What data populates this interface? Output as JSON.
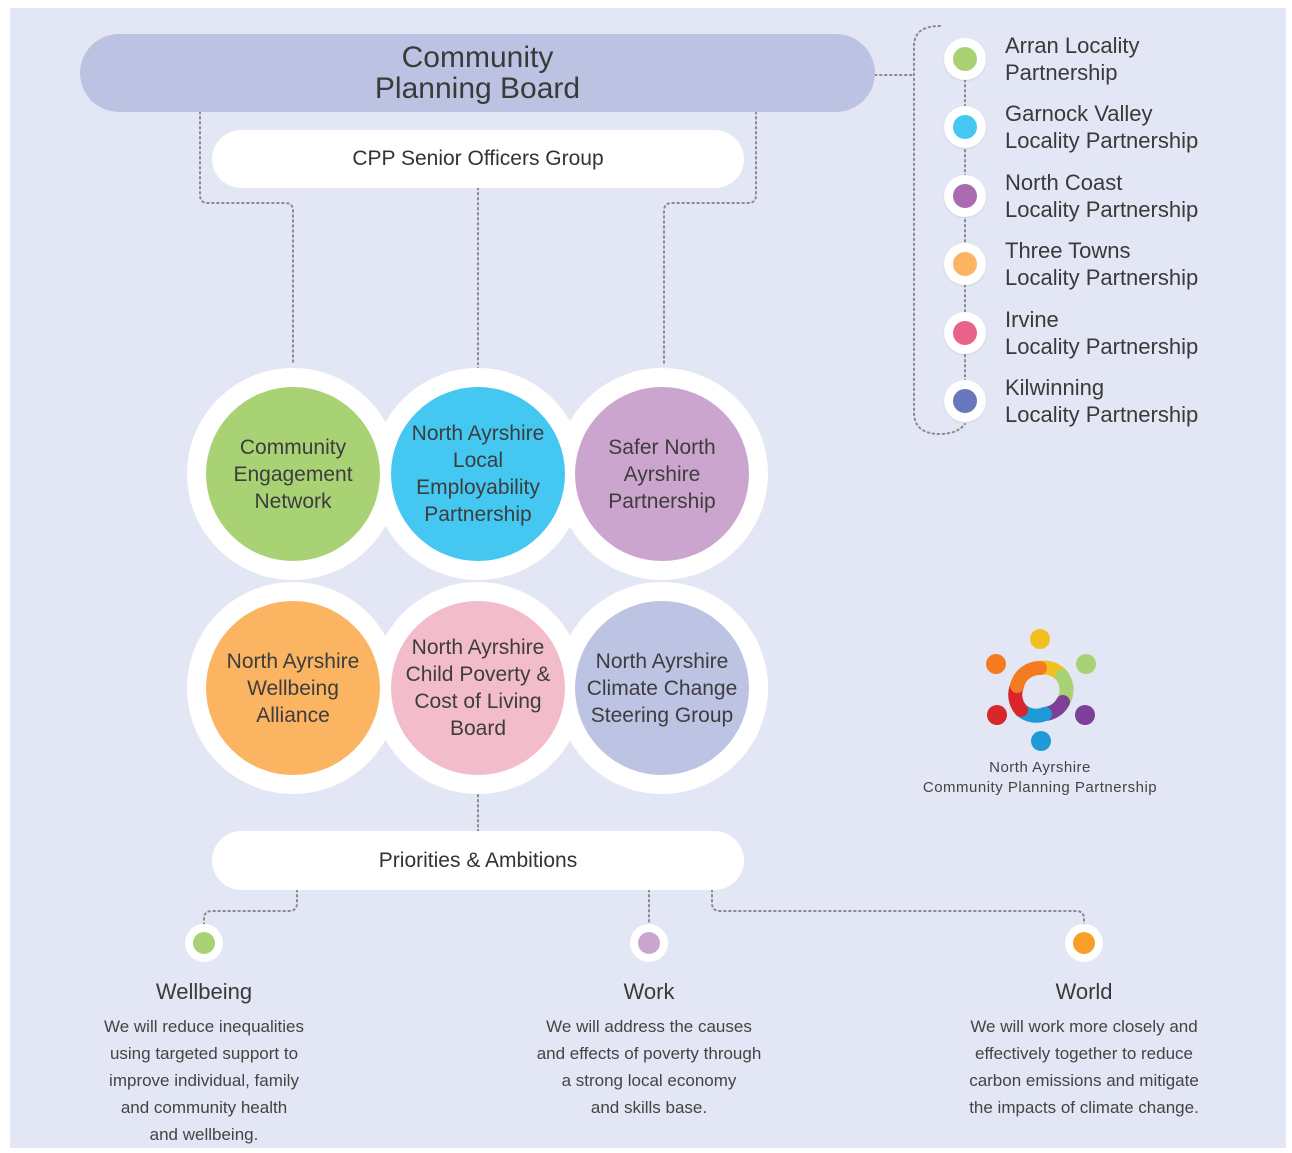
{
  "board": {
    "line1": "Community",
    "line2": "Planning Board"
  },
  "senior_group": "CPP Senior Officers Group",
  "priorities_pill": "Priorities & Ambitions",
  "partnerships": [
    {
      "lines": [
        "Community",
        "Engagement",
        "Network"
      ],
      "color": "#a9d275"
    },
    {
      "lines": [
        "North Ayrshire",
        "Local",
        "Employability",
        "Partnership"
      ],
      "color": "#44c8f1"
    },
    {
      "lines": [
        "Safer North",
        "Ayrshire",
        "Partnership"
      ],
      "color": "#cca5ce"
    },
    {
      "lines": [
        "North Ayrshire",
        "Wellbeing",
        "Alliance"
      ],
      "color": "#fbb562"
    },
    {
      "lines": [
        "North Ayrshire",
        "Child Poverty &",
        "Cost of Living",
        "Board"
      ],
      "color": "#f2bccb"
    },
    {
      "lines": [
        "North Ayrshire",
        "Climate Change",
        "Steering Group"
      ],
      "color": "#bdc3e3"
    }
  ],
  "localities": [
    {
      "line1": "Arran Locality",
      "line2": "Partnership",
      "color": "#a9d275"
    },
    {
      "line1": "Garnock Valley",
      "line2": "Locality Partnership",
      "color": "#44c8f1"
    },
    {
      "line1": "North Coast",
      "line2": "Locality Partnership",
      "color": "#a96ab0"
    },
    {
      "line1": "Three Towns",
      "line2": "Locality Partnership",
      "color": "#fbb562"
    },
    {
      "line1": "Irvine",
      "line2": "Locality Partnership",
      "color": "#e8638a"
    },
    {
      "line1": "Kilwinning",
      "line2": "Locality Partnership",
      "color": "#6978bd"
    }
  ],
  "priorities": [
    {
      "title": "Wellbeing",
      "color": "#a9d275",
      "lines": [
        "We will reduce inequalities",
        "using targeted support to",
        "improve individual, family",
        "and community health",
        "and wellbeing."
      ]
    },
    {
      "title": "Work",
      "color": "#cca5ce",
      "lines": [
        "We will address the causes",
        "and effects of poverty through",
        "a strong local economy",
        "and skills base."
      ]
    },
    {
      "title": "World",
      "color": "#f7a12a",
      "lines": [
        "We will work more closely and",
        "effectively together to reduce",
        "carbon emissions and mitigate",
        "the impacts of climate change."
      ]
    }
  ],
  "logo": {
    "line1": "North Ayrshire",
    "line2": "Community Planning Partnership"
  }
}
